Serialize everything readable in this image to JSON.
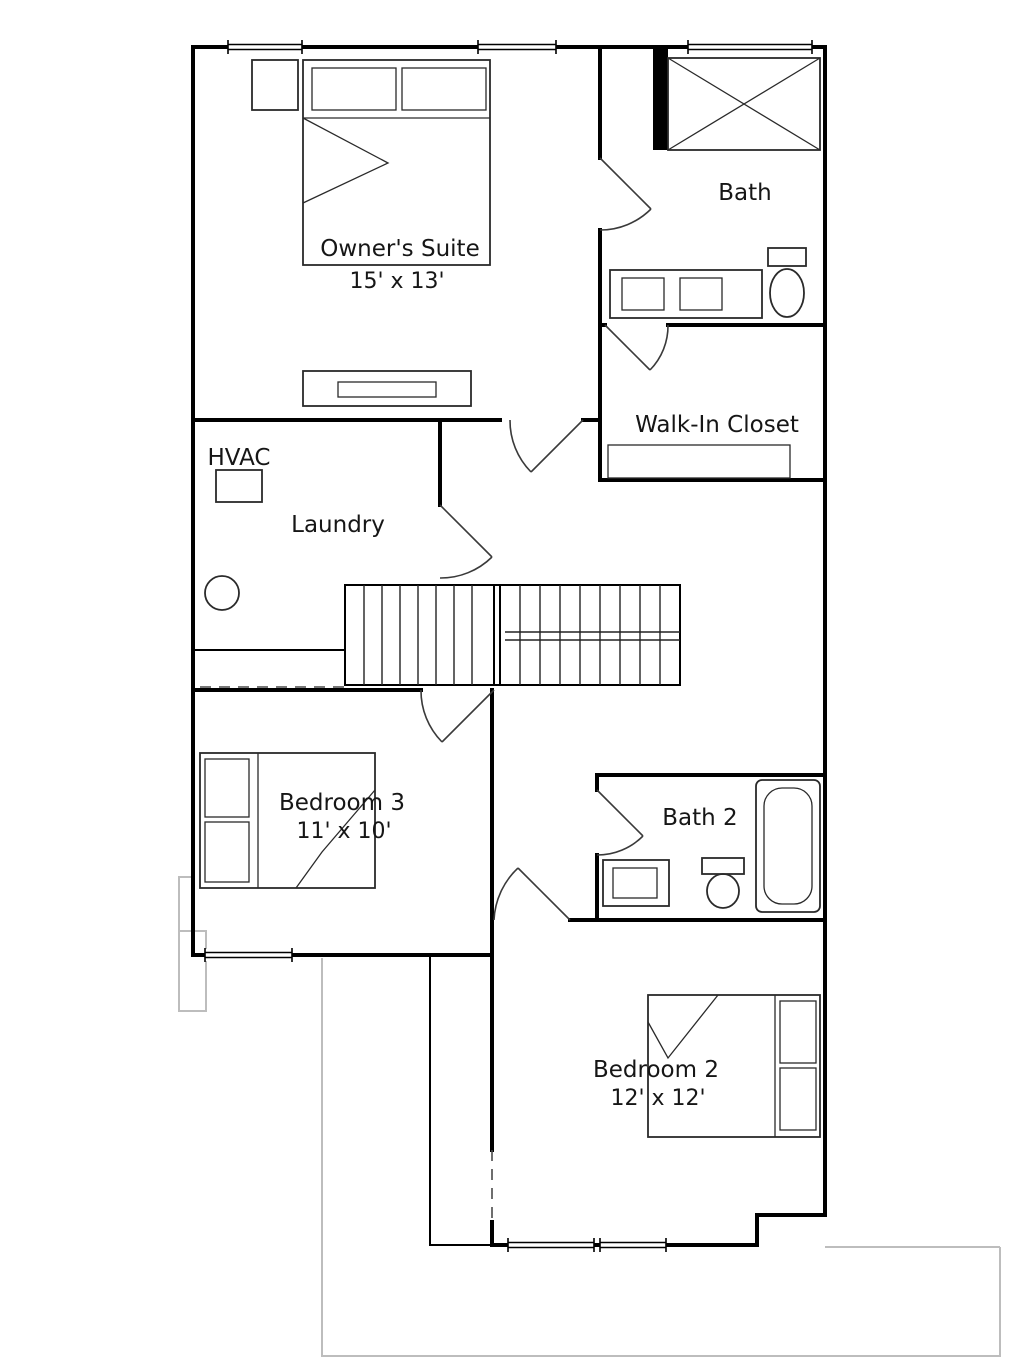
{
  "rooms": {
    "owners_suite": {
      "label": "Owner's Suite",
      "dims": "15' x 13'"
    },
    "bath": {
      "label": "Bath"
    },
    "walk_in_closet": {
      "label": "Walk-In Closet"
    },
    "hvac": {
      "label": "HVAC"
    },
    "laundry": {
      "label": "Laundry"
    },
    "bedroom3": {
      "label": "Bedroom 3",
      "dims": "11' x 10'"
    },
    "bath2": {
      "label": "Bath 2"
    },
    "bedroom2": {
      "label": "Bedroom 2",
      "dims": "12' x 12'"
    }
  },
  "colors": {
    "wall": "#000000",
    "roof_outline": "#bdbdbd",
    "background": "#ffffff",
    "text": "#161616"
  }
}
